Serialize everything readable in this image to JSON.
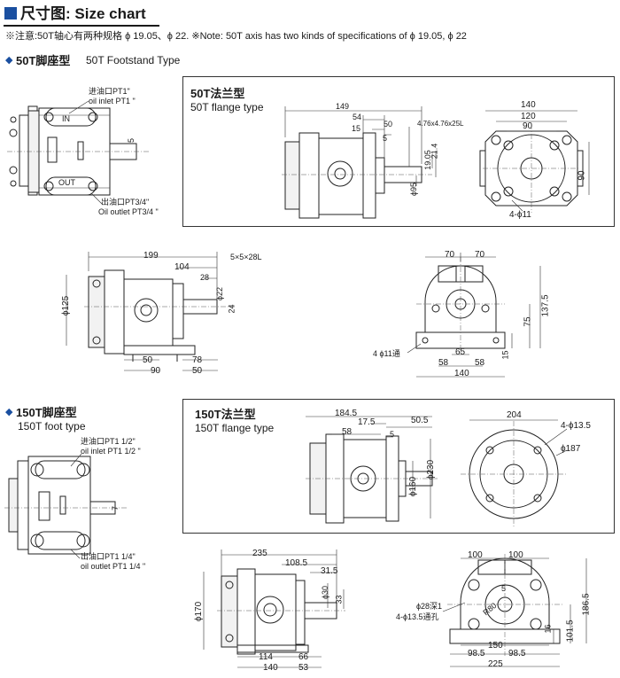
{
  "header": {
    "title": "尺寸图: Size chart",
    "note": "※注意:50T轴心有两种规格 ϕ 19.05、ϕ 22.   ※Note: 50T axis has two kinds of specifications of ϕ 19.05, ϕ 22",
    "accent_color": "#1a4fa0"
  },
  "section_50t": {
    "title_cn": "50T脚座型",
    "title_en": "50T Footstand Type",
    "inlet": [
      "进油口PT1\"",
      "oil inlet PT1 \""
    ],
    "outlet": [
      "出油口PT3/4\"",
      "Oil outlet  PT3/4 \""
    ],
    "in_label": "IN",
    "out_label": "OUT",
    "shaft_tol": "5",
    "flange_box": {
      "title_cn": "50T法兰型",
      "title_en": "50T flange type",
      "dims": [
        "149",
        "54",
        "50",
        "15",
        "5",
        "4.76x4.76x25L",
        "19.05",
        "21.4",
        "ϕ95",
        "140",
        "120",
        "90",
        "90",
        "4-ϕ11"
      ]
    },
    "foot_side_dims": [
      "199",
      "104",
      "5×5×28L",
      "28",
      "ϕ22",
      "24",
      "ϕ125",
      "50",
      "78",
      "90",
      "50"
    ],
    "foot_front_dims": [
      "70",
      "70",
      "137.5",
      "75",
      "4 ϕ11通",
      "65",
      "58",
      "58",
      "15",
      "140"
    ]
  },
  "section_150t": {
    "title_cn": "150T脚座型",
    "title_en": "150T foot type",
    "inlet": [
      "进油口PT1 1/2\"",
      "oil inlet PT1 1/2 \""
    ],
    "outlet": [
      "出油口PT1 1/4\"",
      "oil outlet PT1 1/4 \""
    ],
    "shaft_tol": "7",
    "flange_box": {
      "title_cn": "150T法兰型",
      "title_en": "150T flange type",
      "dims": [
        "184.5",
        "17.5",
        "50.5",
        "58",
        "5",
        "ϕ160",
        "ϕ230",
        "204",
        "4-ϕ13.5",
        "ϕ187"
      ]
    },
    "foot_side_dims": [
      "235",
      "108.5",
      "31.5",
      "ϕ30",
      "33",
      "ϕ170",
      "114",
      "66",
      "140",
      "53"
    ],
    "foot_front_dims": [
      "100",
      "100",
      "R80",
      "5",
      "ϕ28深1",
      "4-ϕ13.5通孔",
      "186.5",
      "101.5",
      "16",
      "150",
      "98.5",
      "98.5",
      "225"
    ]
  }
}
